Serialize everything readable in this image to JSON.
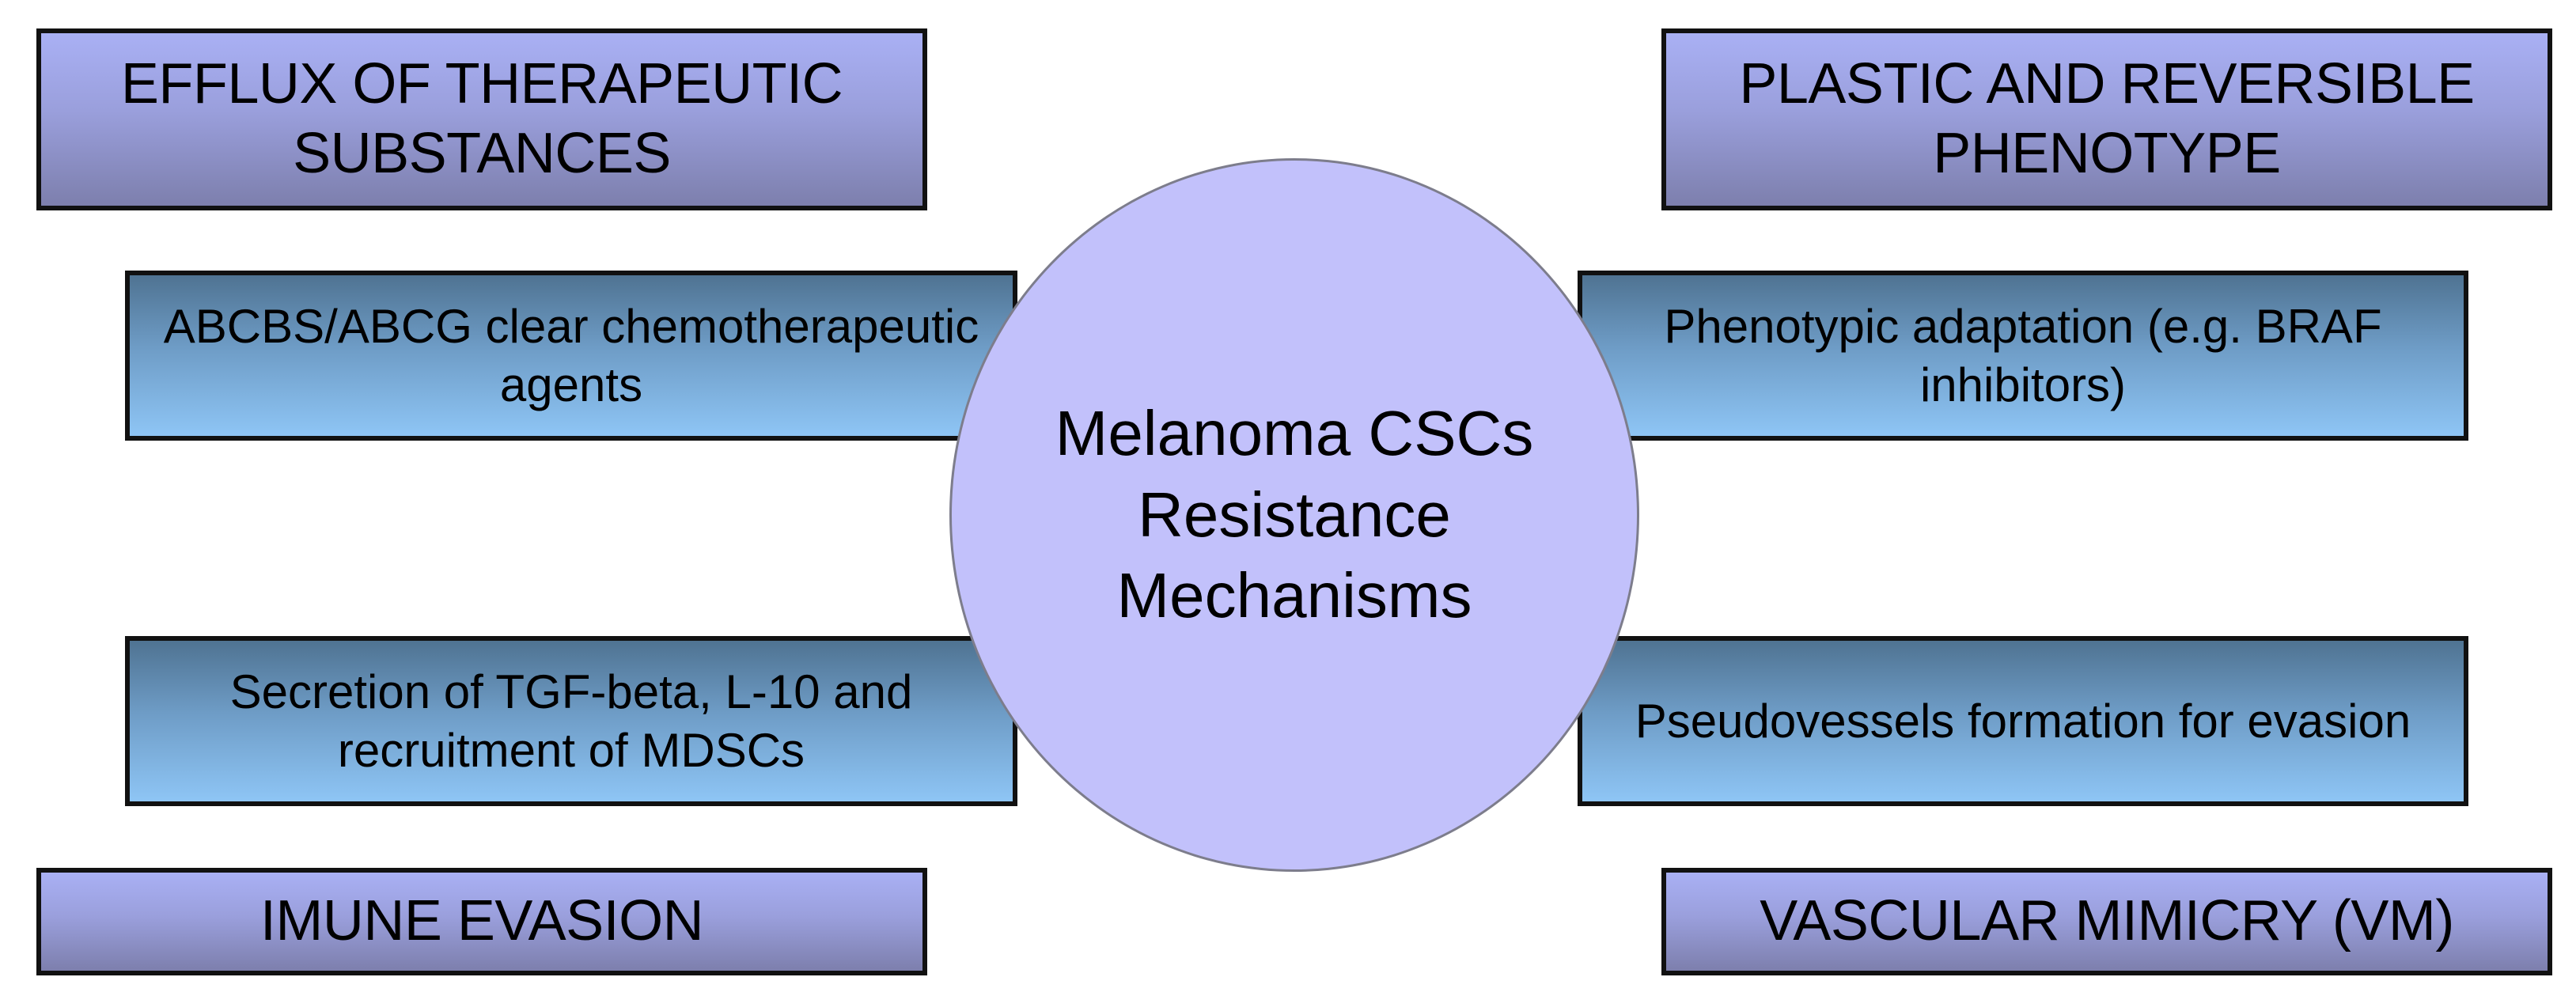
{
  "center": {
    "line1": "Melanoma CSCs",
    "line2": "Resistance",
    "line3": "Mechanisms"
  },
  "categories": {
    "efflux": "EFFLUX OF THERAPEUTIC SUBSTANCES",
    "plastic": "PLASTIC AND REVERSIBLE PHENOTYPE",
    "immune": "IMUNE EVASION",
    "vascular": "VASCULAR MIMICRY (VM)"
  },
  "details": {
    "efflux": "ABCBS/ABCG clear chemotherapeutic agents",
    "plastic": "Phenotypic adaptation (e.g. BRAF inhibitors)",
    "immune": "Secretion of TGF-beta, L-10 and recruitment of MDSCs",
    "vascular": "Pseudovessels formation for evasion"
  },
  "colors": {
    "category_fill": "#9a9fdc",
    "detail_fill": "#6e9cc6",
    "center_fill": "#c2c1fb",
    "border": "#111111"
  }
}
